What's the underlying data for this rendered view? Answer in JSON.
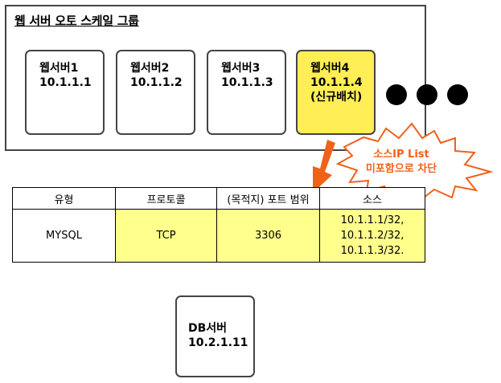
{
  "group": {
    "title": "웹 서버 오토 스케일 그룹"
  },
  "servers": [
    {
      "name": "웹서버1",
      "ip": "10.1.1.1",
      "note": ""
    },
    {
      "name": "웹서버2",
      "ip": "10.1.1.2",
      "note": ""
    },
    {
      "name": "웹서버3",
      "ip": "10.1.1.3",
      "note": ""
    },
    {
      "name": "웹서버4",
      "ip": "10.1.1.4",
      "note": "(신규배치)"
    }
  ],
  "callout": {
    "line1": "소스IP List",
    "line2": "미포함으로 차단"
  },
  "rule_table": {
    "headers": [
      "유형",
      "프로토콜",
      "(목적지) 포트 범위",
      "소스"
    ],
    "row": {
      "type": "MYSQL",
      "protocol": "TCP",
      "port": "3306",
      "sources": [
        "10.1.1.1/32,",
        "10.1.1.2/32,",
        "10.1.1.3/32."
      ]
    }
  },
  "db": {
    "name": "DB서버",
    "ip": "10.2.1.11"
  },
  "colors": {
    "new_server": "#ffee55",
    "highlight": "#ffff8c",
    "alert": "#f0611a"
  }
}
